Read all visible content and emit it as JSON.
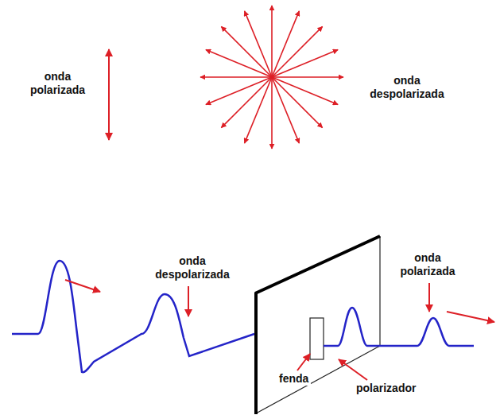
{
  "diagram": {
    "labels": [
      "onda polarizada",
      "onda despolarizada",
      "onda despolarizada",
      "onda polarizada",
      "fenda",
      "polarizador"
    ]
  }
}
